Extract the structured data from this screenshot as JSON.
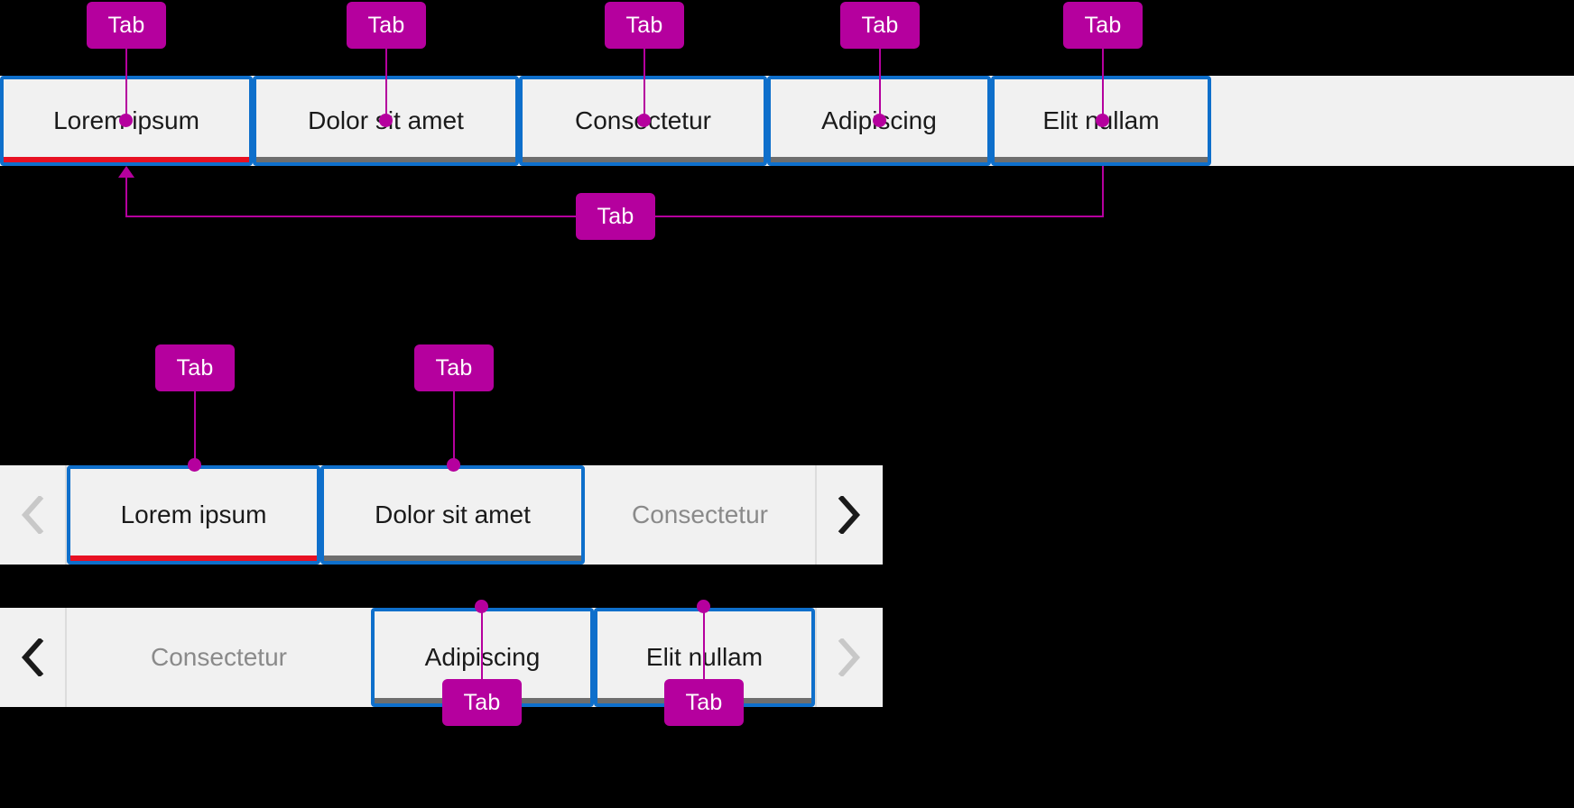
{
  "colors": {
    "annotation": "#B5009E",
    "focus_ring": "#0E6FCB",
    "active_underline": "#E81123",
    "inactive_underline": "#6E6E6E",
    "strip_background": "#F1F1F1",
    "disabled_text": "#8A8A8A",
    "page_background": "#000000"
  },
  "annotations": {
    "label": "Tab",
    "top_row": [
      {
        "label": "Tab"
      },
      {
        "label": "Tab"
      },
      {
        "label": "Tab"
      },
      {
        "label": "Tab"
      },
      {
        "label": "Tab"
      }
    ],
    "strip_callout": {
      "label": "Tab"
    },
    "middle_row": [
      {
        "label": "Tab"
      },
      {
        "label": "Tab"
      }
    ],
    "bottom_row": [
      {
        "label": "Tab"
      },
      {
        "label": "Tab"
      }
    ]
  },
  "strips": {
    "full": {
      "name": "full-tab-strip",
      "tabs": [
        {
          "label": "Lorem ipsum",
          "state": "focused-active",
          "underline": "active"
        },
        {
          "label": "Dolor sit amet",
          "state": "focused-inactive",
          "underline": "inactive"
        },
        {
          "label": "Consectetur",
          "state": "focused-inactive",
          "underline": "inactive"
        },
        {
          "label": "Adipiscing",
          "state": "focused-inactive",
          "underline": "inactive"
        },
        {
          "label": "Elit nullam",
          "state": "focused-inactive",
          "underline": "inactive"
        }
      ]
    },
    "scroll_page_one": {
      "name": "scrollable-tab-strip-page-one",
      "prev_button": {
        "icon": "chevron-left-icon",
        "enabled": false
      },
      "next_button": {
        "icon": "chevron-right-icon",
        "enabled": true
      },
      "tabs": [
        {
          "label": "Lorem ipsum",
          "state": "focused-active",
          "underline": "active"
        },
        {
          "label": "Dolor sit amet",
          "state": "focused-inactive",
          "underline": "inactive"
        },
        {
          "label": "Consectetur",
          "state": "disabled",
          "underline": "none"
        }
      ]
    },
    "scroll_page_two": {
      "name": "scrollable-tab-strip-page-two",
      "prev_button": {
        "icon": "chevron-left-icon",
        "enabled": true
      },
      "next_button": {
        "icon": "chevron-right-icon",
        "enabled": false
      },
      "tabs": [
        {
          "label": "Consectetur",
          "state": "disabled",
          "underline": "none"
        },
        {
          "label": "Adipiscing",
          "state": "focused-inactive",
          "underline": "inactive"
        },
        {
          "label": "Elit nullam",
          "state": "focused-inactive",
          "underline": "inactive"
        }
      ]
    }
  }
}
